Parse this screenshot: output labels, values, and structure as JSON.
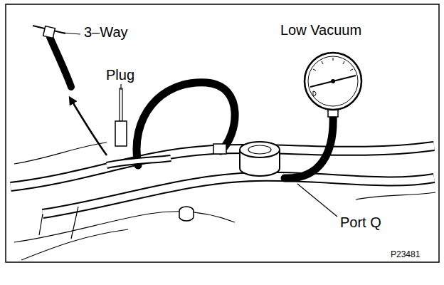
{
  "diagram": {
    "labels": [
      "3–Way",
      "Low Vacuum",
      "Plug",
      "Port Q",
      "P23481"
    ]
  }
}
